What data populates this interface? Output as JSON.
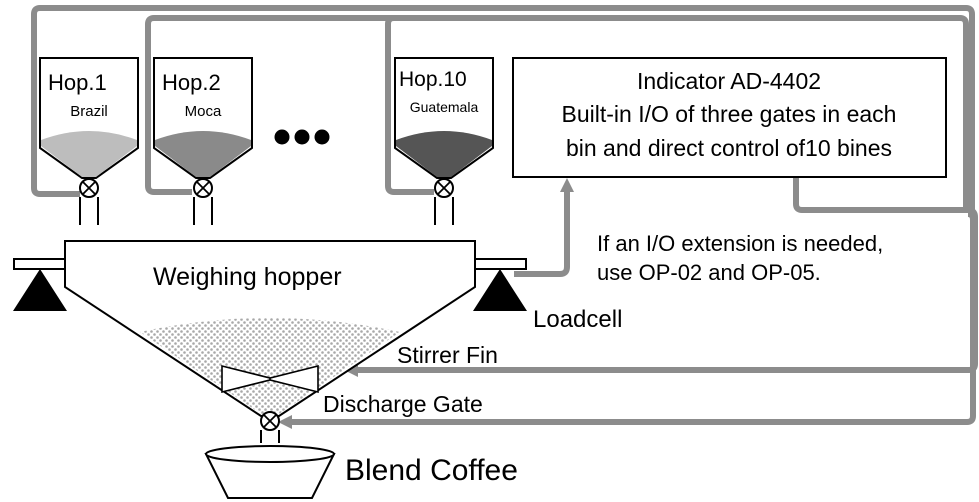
{
  "hoppers": [
    {
      "title": "Hop.1",
      "origin": "Brazil",
      "fill": "#bdbdbd"
    },
    {
      "title": "Hop.2",
      "origin": "Moca",
      "fill": "#8a8a8a"
    },
    {
      "title": "Hop.10",
      "origin": "Guatemala",
      "fill": "#555555"
    }
  ],
  "indicator": {
    "title": "Indicator AD-4402",
    "line1": "Built-in I/O of three gates in each",
    "line2": "bin and direct control of10 bines"
  },
  "note": {
    "line1": "If an I/O extension is needed,",
    "line2": "use OP-02 and OP-05."
  },
  "labels": {
    "weighing_hopper": "Weighing hopper",
    "loadcell": "Loadcell",
    "stirrer_fin": "Stirrer Fin",
    "discharge_gate": "Discharge Gate",
    "blend_coffee": "Blend Coffee"
  },
  "colors": {
    "wire": "#8c8c8c",
    "outline": "#000000",
    "mesh": "#b0b0b0"
  }
}
